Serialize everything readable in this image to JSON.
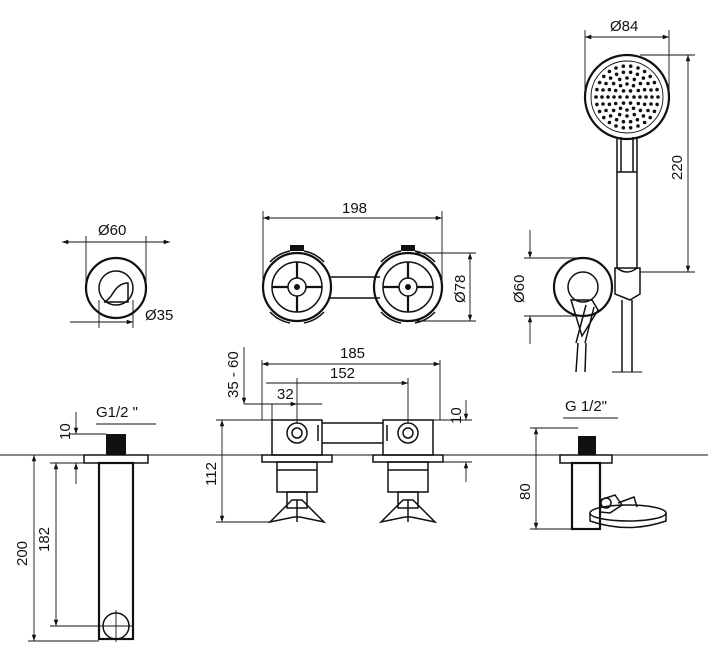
{
  "dimensions": {
    "outlet_diameter": "Ø60",
    "outlet_inner_diameter": "Ø35",
    "spout_thread": "G1/2 \"",
    "spout_plate_thickness": "10",
    "spout_length_inner": "182",
    "spout_length_total": "200",
    "mixer_width": "198",
    "handle_diameter": "Ø78",
    "mixer_top_width": "185",
    "mixer_spacing": "152",
    "mixer_offset": "32",
    "mixer_height_range": "35 - 60",
    "mixer_plate": "10",
    "mixer_height": "112",
    "shower_head_diameter": "Ø84",
    "shower_height": "220",
    "holder_diameter": "Ø60",
    "holder_thread": "G 1/2\"",
    "holder_height": "80"
  },
  "colors": {
    "line": "#111111",
    "background": "#ffffff"
  }
}
